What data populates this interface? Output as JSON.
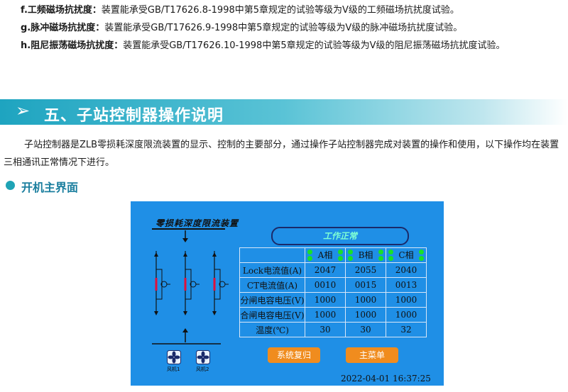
{
  "spec_lines": [
    {
      "label": "f.工频磁场抗扰度：",
      "text": "装置能承受GB/T17626.8-1998中第5章规定的试验等级为V级的工频磁场抗扰度试验。"
    },
    {
      "label": "g.脉冲磁场抗扰度：",
      "text": "装置能承受GB/T17626.9-1998中第5章规定的试验等级为V级的脉冲磁场抗扰度试验。"
    },
    {
      "label": "h.阻尼振荡磁场抗扰度：",
      "text": "装置能承受GB/T17626.10-1998中第5章规定的试验等级为V级的阻尼振荡磁场抗扰度试验。"
    }
  ],
  "section": {
    "chevron": "➢",
    "title": "五、子站控制器操作说明"
  },
  "paragraph": "子站控制器是ZLB零损耗深度限流装置的显示、控制的主要部分，通过操作子站控制器完成对装置的操作和使用，以下操作均在装置三相通讯正常情况下进行。",
  "subsection": {
    "title": "开机主界面"
  },
  "screen": {
    "device_name": "零损耗深度限流装置",
    "status": "工作正常",
    "phases": [
      "A相",
      "B相",
      "C相"
    ],
    "rows": [
      {
        "label": "Lock电流值(A)",
        "values": [
          "2047",
          "2055",
          "2040"
        ]
      },
      {
        "label": "CT电流值(A)",
        "values": [
          "0010",
          "0015",
          "0013"
        ]
      },
      {
        "label": "分闸电容电压(V)",
        "values": [
          "1000",
          "1000",
          "1000"
        ]
      },
      {
        "label": "合闸电容电压(V)",
        "values": [
          "1000",
          "1000",
          "1000"
        ]
      },
      {
        "label": "温度(℃)",
        "values": [
          "30",
          "30",
          "32"
        ]
      }
    ],
    "buttons": {
      "reset": "系统复归",
      "menu": "主菜单"
    },
    "datetime": "2022-04-01  16:37:25",
    "fans": [
      "风机1",
      "风机2"
    ],
    "colors": {
      "screen_bg": "#1f8fe6",
      "indicator": "#18e02a",
      "button": "#f08c1e",
      "breaker_red": "#e0103a"
    }
  }
}
